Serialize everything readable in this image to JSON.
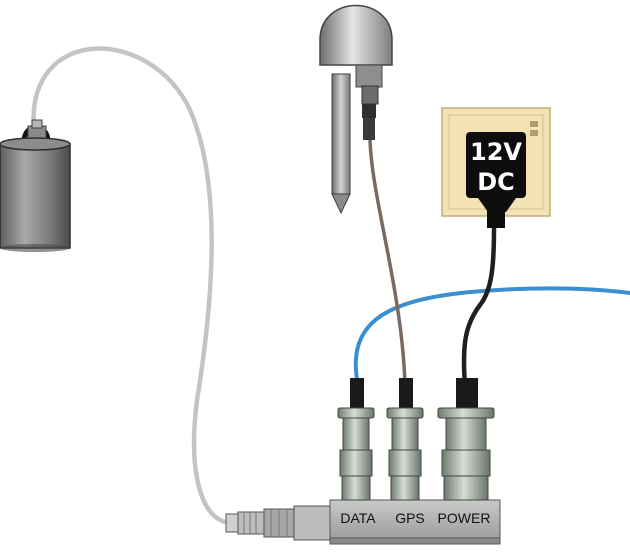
{
  "power_adapter": {
    "voltage_label": "12V",
    "current_label": "DC"
  },
  "junction_box": {
    "ports": [
      {
        "id": "data",
        "label": "DATA"
      },
      {
        "id": "gps",
        "label": "GPS"
      },
      {
        "id": "power",
        "label": "POWER"
      }
    ]
  },
  "colors": {
    "sensor_cable": "#c4c4c4",
    "gps_cable": "#7a6a62",
    "data_cable": "#3a8fd0",
    "power_cable": "#1f1f1f",
    "wall_plate": "#f3e2b4",
    "metal": "#9b9b9b"
  }
}
